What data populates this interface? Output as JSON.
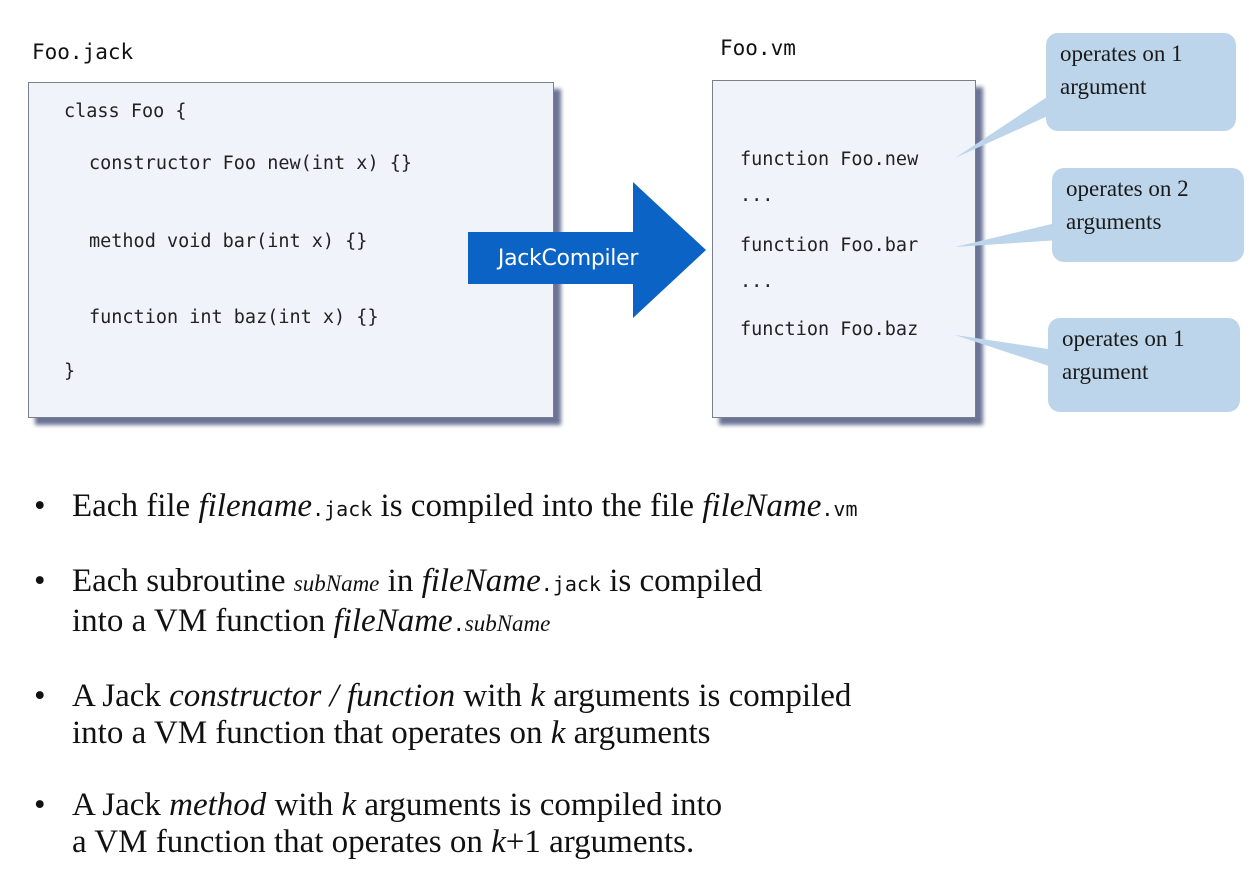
{
  "source_file": {
    "label": "Foo.jack",
    "lines": [
      "class Foo {",
      "constructor Foo new(int x) {}",
      "method void bar(int x) {}",
      "function int baz(int x) {}",
      "}"
    ]
  },
  "compiler": {
    "label": "JackCompiler",
    "color": "#0b63c5"
  },
  "target_file": {
    "label": "Foo.vm",
    "lines": [
      "function Foo.new",
      "...",
      "function Foo.bar",
      "...",
      "function Foo.baz"
    ]
  },
  "callouts": [
    {
      "line1": "operates on 1",
      "line2": "argument",
      "target": "function Foo.new"
    },
    {
      "line1": "operates on 2",
      "line2": "arguments",
      "target": "function Foo.bar"
    },
    {
      "line1": "operates on 1",
      "line2": "argument",
      "target": "function Foo.baz"
    }
  ],
  "callout_color": "#bcd5ea",
  "bullets": [
    {
      "marker": "•",
      "p1": "Each file ",
      "p2": "filename",
      "p3": ".jack",
      "p4": " is compiled into the file ",
      "p5": "fileName",
      "p6": ".vm"
    },
    {
      "marker": "•",
      "p1": "Each subroutine ",
      "p2": "subName",
      "p3": " in ",
      "p4": "fileName",
      "p5": ".jack",
      "p6": " is compiled",
      "line2_a": "into a VM function ",
      "line2_b": "fileName",
      "line2_c": ".",
      "line2_d": "subName"
    },
    {
      "marker": "•",
      "p1": "A Jack ",
      "p2": "constructor / function",
      "p3": " with ",
      "p4": "k",
      "p5": " arguments is compiled",
      "line2_a": "into a VM function that operates on ",
      "line2_b": "k",
      "line2_c": " arguments"
    },
    {
      "marker": "•",
      "p1": "A Jack ",
      "p2": "method",
      "p3": " with ",
      "p4": "k",
      "p5": " arguments is compiled into",
      "line2_a": "a VM function that operates on ",
      "line2_b": "k",
      "line2_c": "+1 arguments."
    }
  ]
}
